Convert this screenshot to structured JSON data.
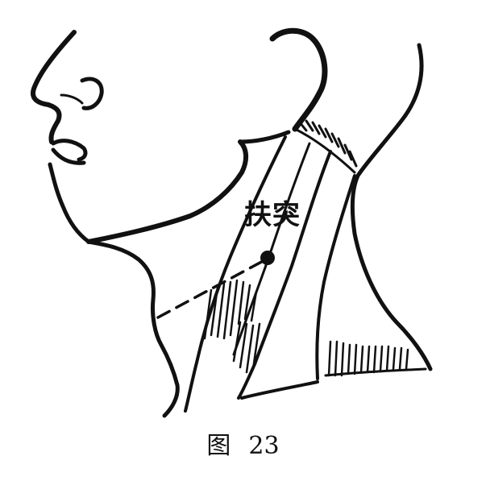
{
  "illustration": {
    "subject_icon": "neck-anatomy-side-view-icon",
    "ink_color": "#111111",
    "background_color": "#ffffff"
  },
  "point": {
    "label": "扶突"
  },
  "caption": {
    "figure_word": "图",
    "figure_number": "23"
  }
}
